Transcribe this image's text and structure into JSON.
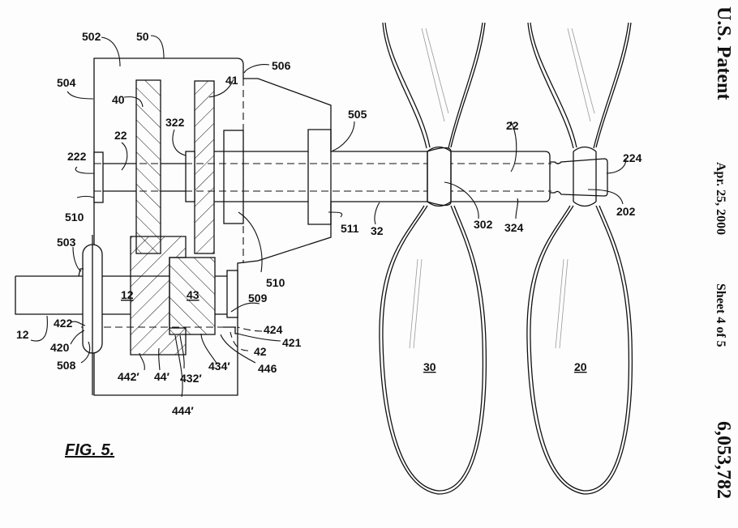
{
  "header": {
    "title": "U.S. Patent",
    "date": "Apr. 25, 2000",
    "sheet": "Sheet 4 of 5",
    "patent_number": "6,053,782"
  },
  "figure": {
    "label": "FIG. 5."
  },
  "reference_numerals": {
    "r502": "502",
    "r50": "50",
    "r506": "506",
    "r504": "504",
    "r40": "40",
    "r41": "41",
    "r322": "322",
    "r22a": "22",
    "r222": "222",
    "r505": "505",
    "r510a": "510",
    "r511": "511",
    "r32": "32",
    "r22b": "22",
    "r302": "302",
    "r324": "324",
    "r224": "224",
    "r202": "202",
    "r503": "503",
    "r12a": "12",
    "r43": "43",
    "r510b": "510",
    "r509": "509",
    "r12b": "12",
    "r422": "422",
    "r420": "420",
    "r508": "508",
    "r424": "424",
    "r421": "421",
    "r42": "42",
    "r446": "446",
    "r434p": "434′",
    "r442p": "442′",
    "r44p": "44′",
    "r432p": "432′",
    "r444p": "444′",
    "r30": "30",
    "r20": "20"
  }
}
